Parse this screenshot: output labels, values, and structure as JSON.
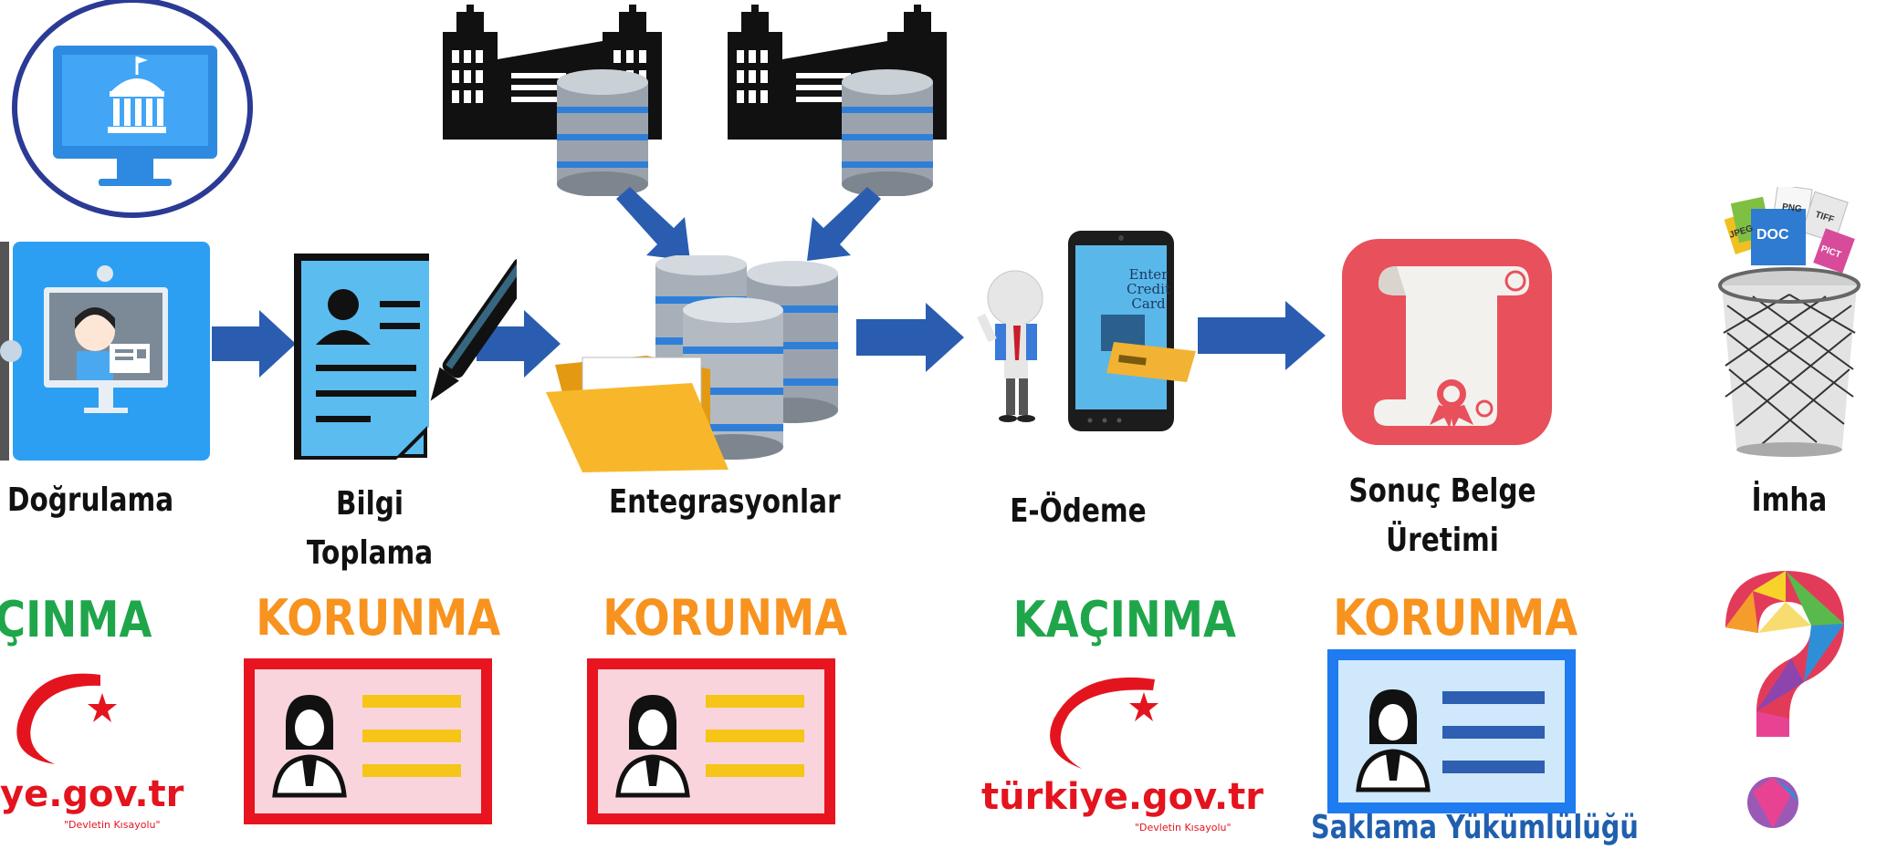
{
  "steps": [
    {
      "label": "Doğrulama"
    },
    {
      "label": "Bilgi Toplama",
      "line1": "Bilgi",
      "line2": "Toplama"
    },
    {
      "label": "Entegrasyonlar"
    },
    {
      "label": "E-Ödeme"
    },
    {
      "label": "Sonuç Belge Üretimi",
      "line1": "Sonuç Belge",
      "line2": "Üretimi"
    },
    {
      "label": "İmha"
    }
  ],
  "statuses": {
    "s1": "ÇINMA",
    "s2": "KORUNMA",
    "s3": "KORUNMA",
    "s4": "KAÇINMA",
    "s5": "KORUNMA"
  },
  "logos": {
    "partial": "ye.gov.tr",
    "full": "türkiye.gov.tr",
    "slogan_partial": "\"Devletin Kısayolu\"",
    "slogan_full": "\"Devletin Kısayolu\""
  },
  "saklama": "Saklama Yükümlülüğü",
  "phone_screen": [
    "Enter",
    "Credit",
    "Card"
  ],
  "file_tags": [
    "JPEG",
    "PNG",
    "TIFF",
    "DOC",
    "PICT"
  ],
  "colors": {
    "korunma": "#f7931e",
    "kacinma": "#1fa64a",
    "arrow": "#2a5db0",
    "logo_red": "#e4141f",
    "saklama": "#1f5fae",
    "idcard_red": "#e8141f",
    "idcard_blue": "#1e7bf0"
  }
}
